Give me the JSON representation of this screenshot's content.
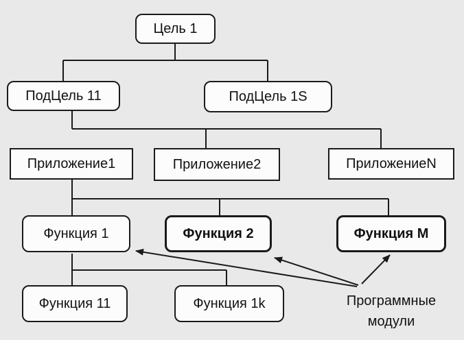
{
  "background_color": "#e9e9e9",
  "line_color": "#1a1a1a",
  "nodes": {
    "goal": "Цель 1",
    "subgoal_11": "ПодЦель 11",
    "subgoal_1s": "ПодЦель 1S",
    "app_1": "Приложение1",
    "app_2": "Приложение2",
    "app_n": "ПриложениеN",
    "func_1": "Функция 1",
    "func_2": "Функция 2",
    "func_m": "Функция M",
    "func_11": "Функция 11",
    "func_1k": "Функция 1k"
  },
  "program_modules_label": {
    "line1": "Программные",
    "line2": "модули"
  }
}
